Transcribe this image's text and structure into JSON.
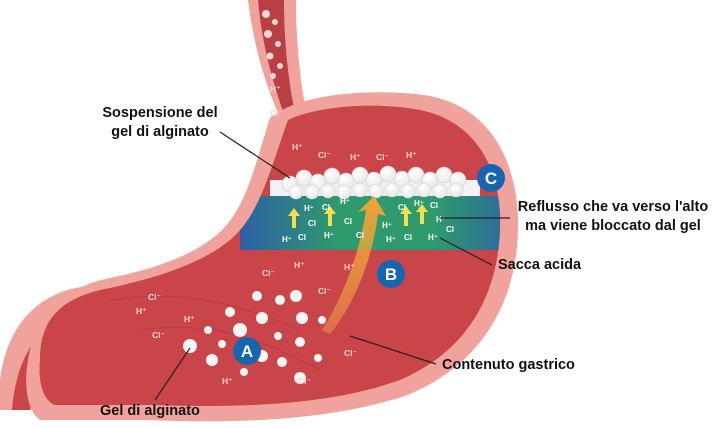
{
  "labels": {
    "suspension_line1": "Sospensione del",
    "suspension_line2": "gel di alginato",
    "reflux_line1": "Reflusso che va verso l'alto",
    "reflux_line2": "ma viene bloccato dal gel",
    "acid_pocket": "Sacca acida",
    "gastric_content": "Contenuto gastrico",
    "alginate_gel": "Gel di alginato"
  },
  "badges": {
    "a": "A",
    "b": "B",
    "c": "C"
  },
  "ions": {
    "h": "H⁺",
    "cl": "Cl⁻",
    "h_plain": "H⁺",
    "cl_plain": "Cl"
  },
  "colors": {
    "stomach_fill": "#c9454a",
    "stomach_wall": "#f0a39c",
    "acid_pocket": "#2f78a8",
    "acid_pocket_green": "#2e9a6e",
    "badge": "#1565b0",
    "arrow": "#f0a33a"
  }
}
